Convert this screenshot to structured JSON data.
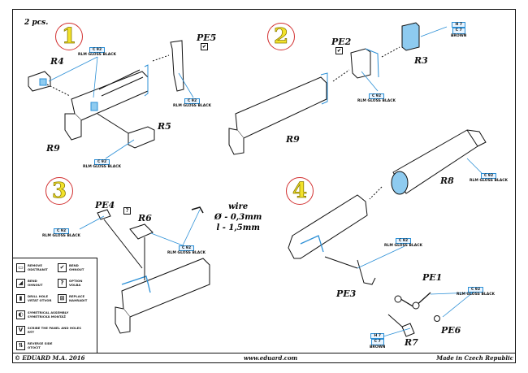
{
  "header": {
    "quantity_note": "2 pcs."
  },
  "steps": [
    {
      "number": "1",
      "parts": [
        "R4",
        "R9",
        "R5",
        "PE5"
      ]
    },
    {
      "number": "2",
      "parts": [
        "PE2",
        "R3",
        "R9"
      ]
    },
    {
      "number": "3",
      "parts": [
        "PE4",
        "R6"
      ]
    },
    {
      "number": "4",
      "parts": [
        "R8",
        "PE1",
        "PE3",
        "PE6",
        "R7"
      ]
    }
  ],
  "part_labels": {
    "r4": "R4",
    "r9a": "R9",
    "r5": "R5",
    "pe5": "PE5",
    "pe2": "PE2",
    "r3": "R3",
    "r9b": "R9",
    "r8": "R8",
    "pe4": "PE4",
    "r6": "R6",
    "pe1": "PE1",
    "pe3": "PE3",
    "pe6": "PE6",
    "r7": "R7"
  },
  "paint": {
    "black": {
      "code": "C 92",
      "name": "RLM GLOSS BLACK"
    },
    "brown": {
      "code_top": "H 7",
      "code": "C 7",
      "name": "BROWN"
    }
  },
  "wire": {
    "title": "wire",
    "diameter": "Ø - 0,3mm",
    "length": "l - 1,5mm"
  },
  "legend": [
    {
      "icon": "remove-icon",
      "glyph": "▭",
      "text": [
        "REMOVE",
        "ODSTRANIT"
      ]
    },
    {
      "icon": "bend-icon",
      "glyph": "✔",
      "text": [
        "BEND",
        "OHNOUT"
      ]
    },
    {
      "icon": "bend-reverse-icon",
      "glyph": "◢",
      "text": [
        "BEND",
        "OHNOUT"
      ]
    },
    {
      "icon": "option-icon",
      "glyph": "?",
      "text": [
        "OPTION",
        "VOLBA"
      ]
    },
    {
      "icon": "drill-hole-icon",
      "glyph": "▮",
      "text": [
        "DRILL HOLE",
        "VRTAT OTVOR"
      ]
    },
    {
      "icon": "replace-icon",
      "glyph": "⊠",
      "text": [
        "REPLACE",
        "NAHRADIT"
      ]
    },
    {
      "icon": "symmetrical-assembly-icon",
      "glyph": "◐",
      "text": [
        "SYMETRICAL ASSEMBLY",
        "SYMETRICKÁ MONTÁŽ"
      ]
    },
    {
      "icon": "scribe-icon",
      "glyph": "V",
      "text": [
        "SCRIBE THE PANEL AND HOLES",
        "RÝT"
      ]
    },
    {
      "icon": "reverse-side-icon",
      "glyph": "⇅",
      "text": [
        "REVERSE SIDE",
        "OTOČIT"
      ]
    }
  ],
  "footer": {
    "copyright": "© EDUARD M.A. 2016",
    "website": "www.eduard.com",
    "origin": "Made in Czech Republic"
  },
  "colors": {
    "accent_blue": "#2b8fd6",
    "circle_red": "#d23030",
    "number_yellow": "#f2e22a"
  }
}
